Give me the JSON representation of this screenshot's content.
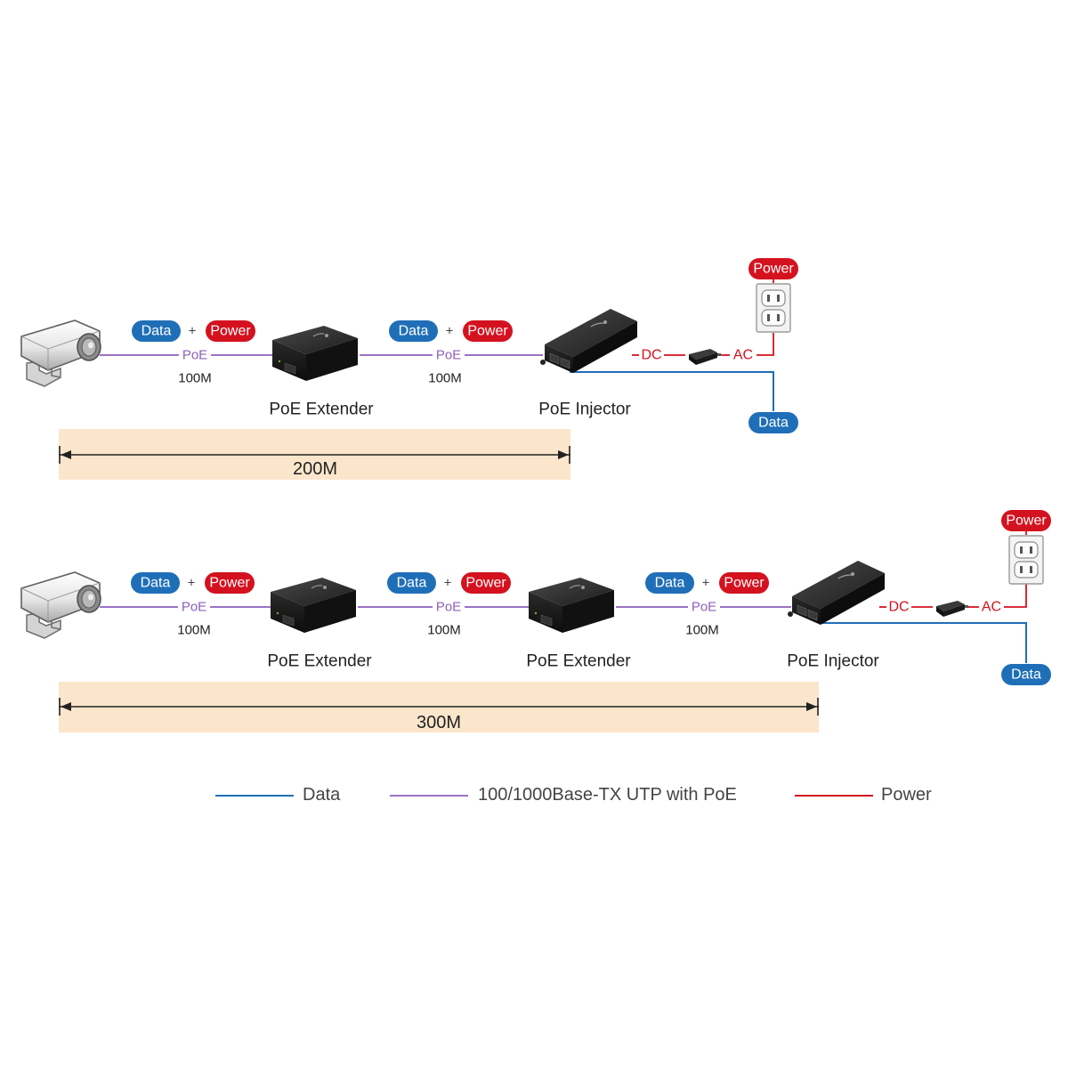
{
  "labels": {
    "data": "Data",
    "power": "Power",
    "plus": "+",
    "poe": "PoE",
    "distance": "100M",
    "dc": "DC",
    "ac": "AC",
    "extender": "PoE Extender",
    "injector": "PoE Injector"
  },
  "scenarios": [
    {
      "span": "200M"
    },
    {
      "span": "300M"
    }
  ],
  "legend": [
    {
      "label": "Data",
      "color": "#1f6fb8"
    },
    {
      "label": "100/1000Base-TX UTP with PoE",
      "color": "#9b72c4"
    },
    {
      "label": "Power",
      "color": "#d4121f"
    }
  ],
  "colors": {
    "data": "#1f6fb8",
    "power": "#d4121f",
    "poe_line": "#9b72c4",
    "span_band": "#fbe6cc"
  },
  "icons": [
    "camera-icon",
    "poe-extender-device-icon",
    "poe-injector-device-icon",
    "wall-outlet-icon",
    "power-adapter-icon"
  ]
}
